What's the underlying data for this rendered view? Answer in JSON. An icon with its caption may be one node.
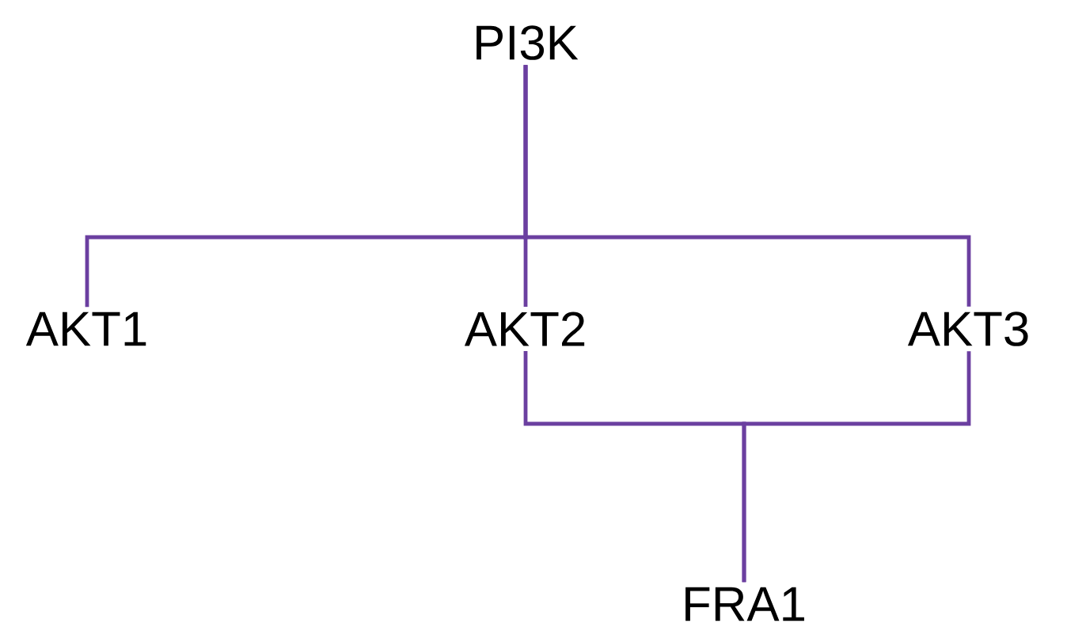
{
  "diagram": {
    "nodes": [
      {
        "text": [
          "PI3K"
        ]
      },
      {
        "text": [
          "AKT1"
        ]
      },
      {
        "text": [
          "AKT2"
        ]
      },
      {
        "text": [
          "AKT3"
        ]
      },
      {
        "text": [
          "FRA1"
        ]
      }
    ],
    "edges": [
      {
        "from": 0,
        "to": 1,
        "arrow": "none"
      },
      {
        "from": 0,
        "to": 2,
        "arrow": "none"
      },
      {
        "from": 0,
        "to": 3,
        "arrow": "none"
      },
      {
        "from": 2,
        "to": 4,
        "arrow": "none"
      },
      {
        "from": 3,
        "to": 4,
        "arrow": "none"
      }
    ]
  }
}
